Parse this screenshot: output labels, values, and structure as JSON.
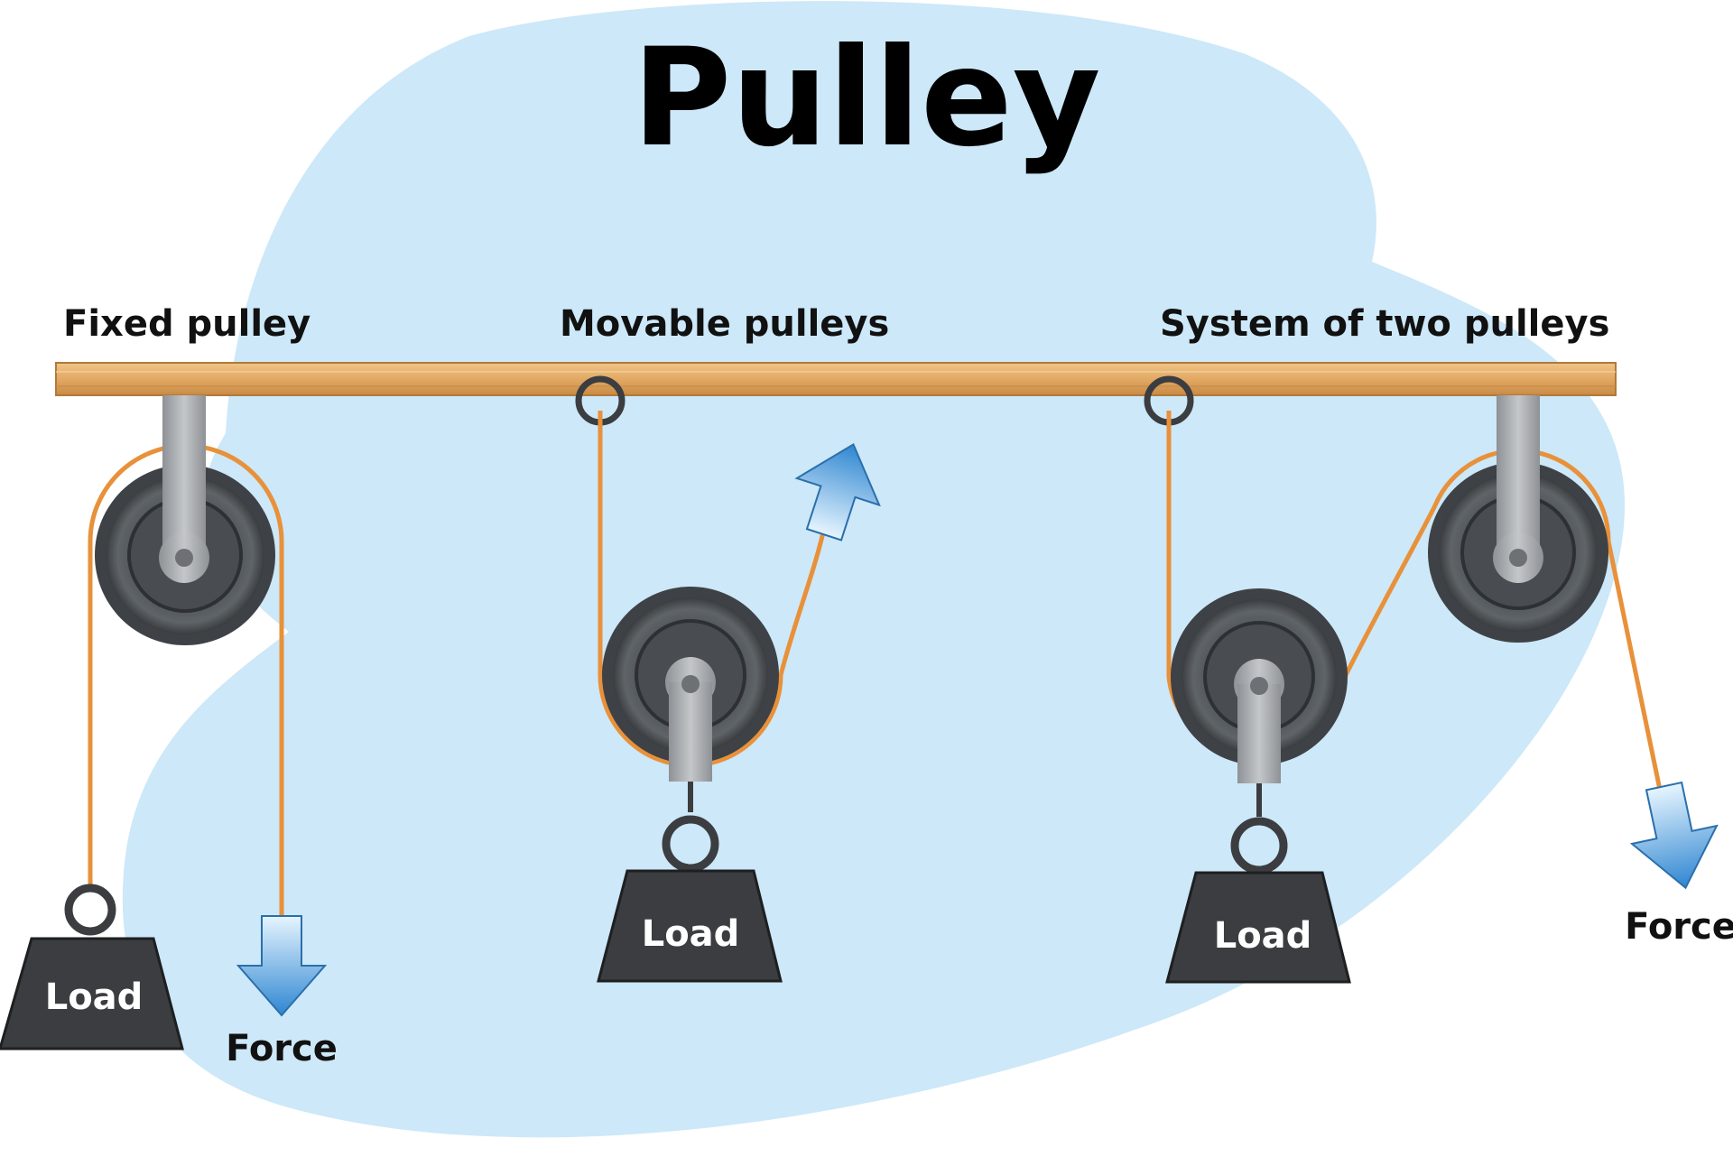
{
  "title": "Pulley",
  "sections": {
    "fixed": "Fixed pulley",
    "movable": "Movable pulleys",
    "system": "System of two pulleys"
  },
  "labels": {
    "load": "Load",
    "force": "Force"
  },
  "colors": {
    "background_blob": "#cde8f8",
    "beam": "#e2a964",
    "rope": "#e8913a",
    "pulley_wheel": "#555a5f",
    "bracket": "#a9acaf",
    "weight": "#3b3d40",
    "arrow": "#3a8fd6"
  }
}
